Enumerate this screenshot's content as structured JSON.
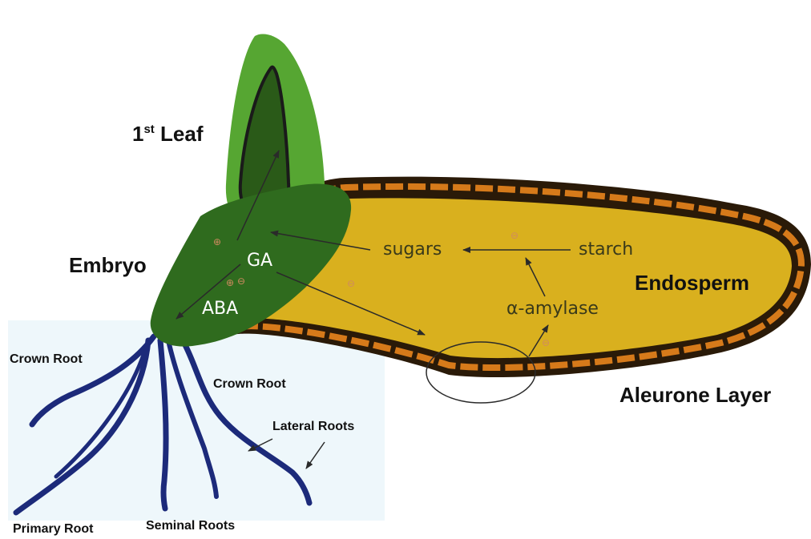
{
  "labels": {
    "first_leaf_main": "1",
    "first_leaf_sup": "st",
    "first_leaf_word": " Leaf",
    "embryo": "Embryo",
    "endosperm": "Endosperm",
    "aleurone_layer": "Aleurone Layer",
    "crown_root_left": "Crown Root",
    "crown_root_right": "Crown Root",
    "lateral_roots": "Lateral Roots",
    "primary_root": "Primary Root",
    "seminal_roots": "Seminal Roots",
    "ga": "GA",
    "aba": "ABA",
    "sugars": "sugars",
    "starch": "starch",
    "alpha_amylase": "α-amylase",
    "marker_1": "⊕",
    "marker_2": "⊕",
    "marker_3": "⊖",
    "marker_4": "⊖",
    "marker_5": "⊖",
    "marker_6": "⊖"
  },
  "colors": {
    "endosperm_fill": "#d9b01e",
    "aleurone_outer": "#2a1a08",
    "aleurone_dash": "#d67a1a",
    "embryo_fill": "#2f6b1e",
    "leaf_outer": "#56a632",
    "leaf_inner": "#2a5a18",
    "roots": "#1c2a7a",
    "root_bg": "#eef7fb"
  }
}
